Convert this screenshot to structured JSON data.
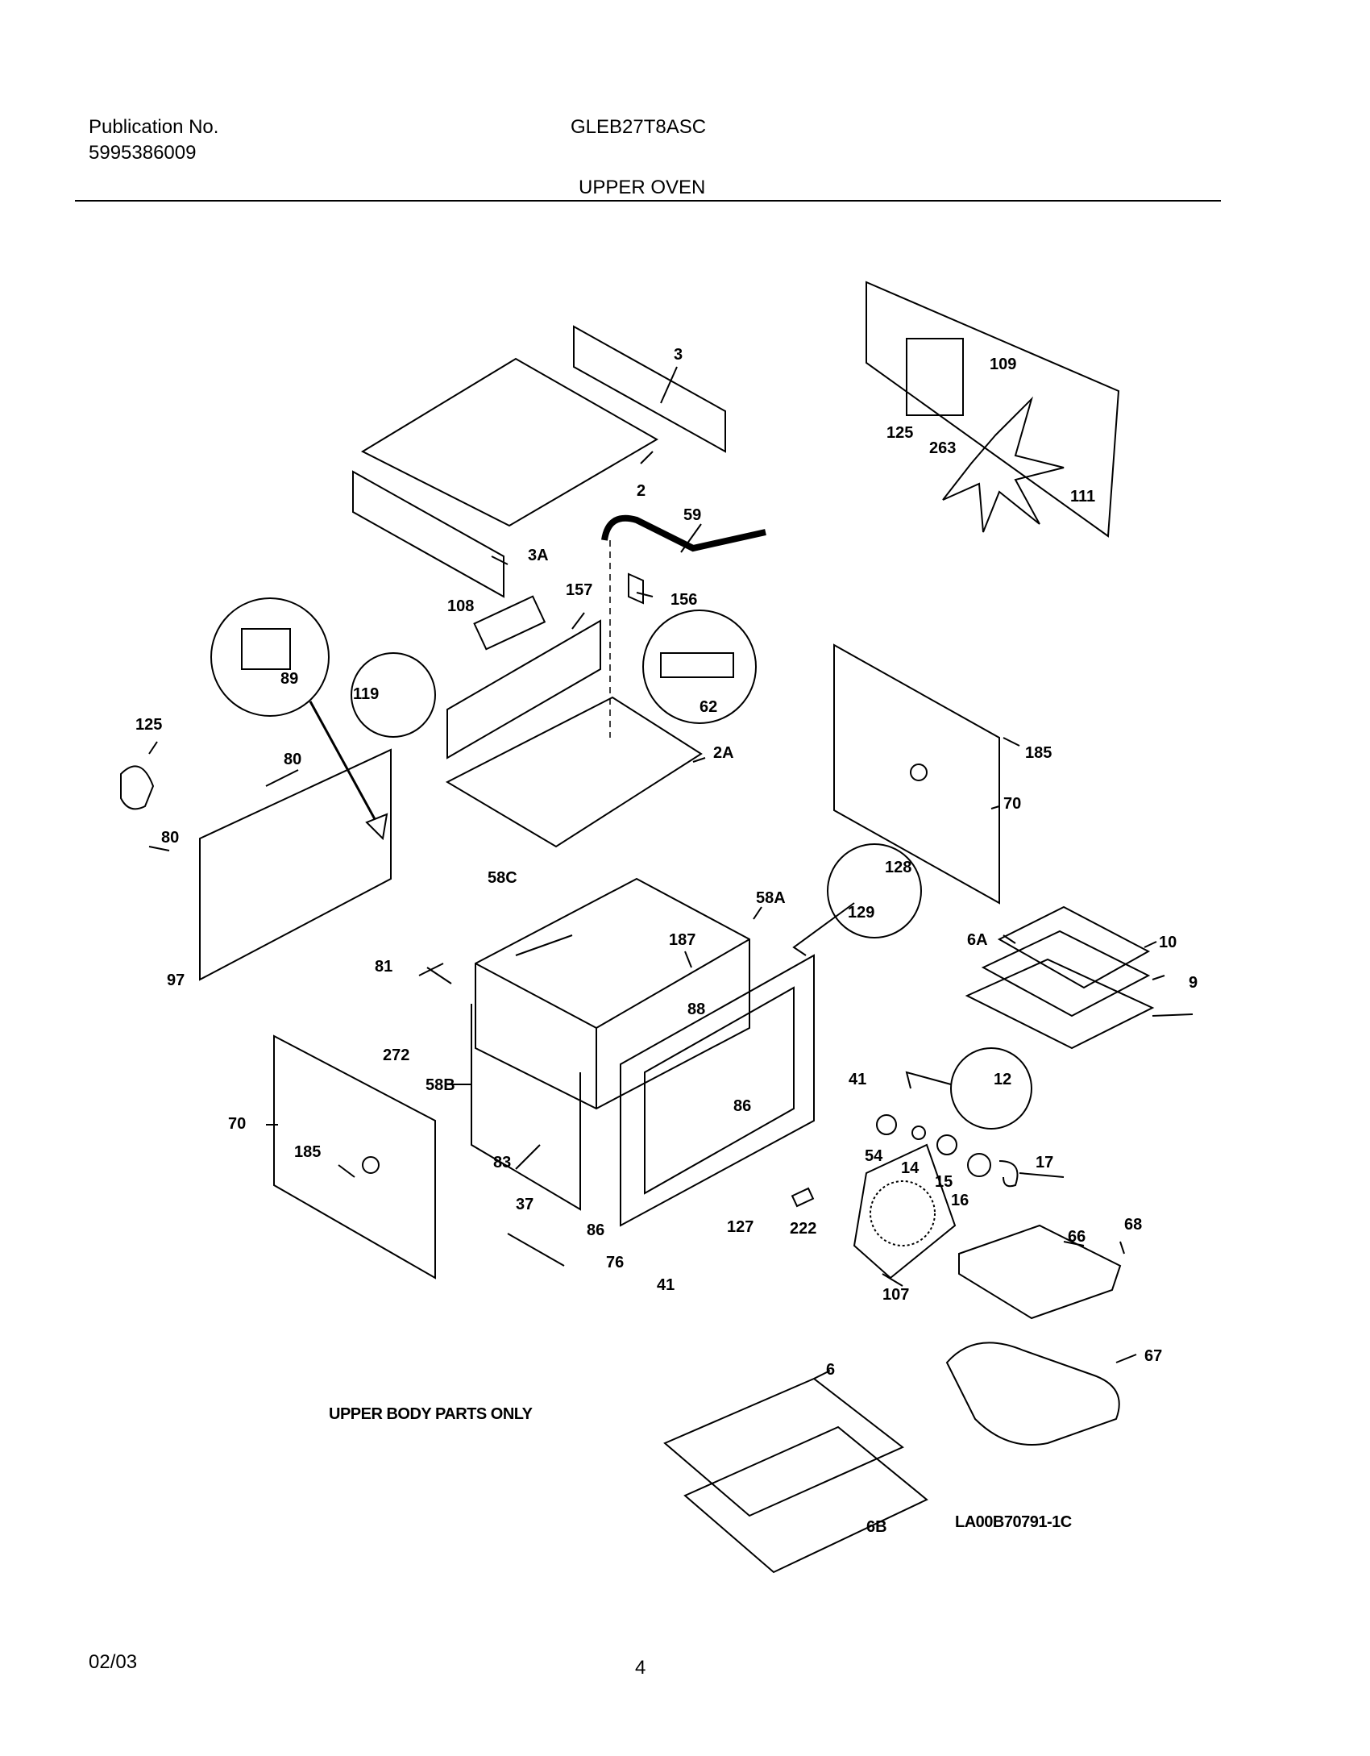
{
  "header": {
    "publication_label": "Publication No.",
    "publication_number": "5995386009",
    "model": "GLEB27T8ASC",
    "section_title": "UPPER OVEN"
  },
  "diagram": {
    "callouts": [
      {
        "id": "c3",
        "label": "3"
      },
      {
        "id": "c2",
        "label": "2"
      },
      {
        "id": "c3a",
        "label": "3A"
      },
      {
        "id": "c59",
        "label": "59"
      },
      {
        "id": "c157",
        "label": "157"
      },
      {
        "id": "c156",
        "label": "156"
      },
      {
        "id": "c108",
        "label": "108"
      },
      {
        "id": "c89",
        "label": "89"
      },
      {
        "id": "c119",
        "label": "119"
      },
      {
        "id": "c62",
        "label": "62"
      },
      {
        "id": "c2a",
        "label": "2A"
      },
      {
        "id": "c125a",
        "label": "125"
      },
      {
        "id": "c80a",
        "label": "80"
      },
      {
        "id": "c80b",
        "label": "80"
      },
      {
        "id": "c97",
        "label": "97"
      },
      {
        "id": "c81",
        "label": "81"
      },
      {
        "id": "c272",
        "label": "272"
      },
      {
        "id": "c58c",
        "label": "58C"
      },
      {
        "id": "c58a",
        "label": "58A"
      },
      {
        "id": "c187",
        "label": "187"
      },
      {
        "id": "c88",
        "label": "88"
      },
      {
        "id": "c58b",
        "label": "58B"
      },
      {
        "id": "c70a",
        "label": "70"
      },
      {
        "id": "c185a",
        "label": "185"
      },
      {
        "id": "c83",
        "label": "83"
      },
      {
        "id": "c86a",
        "label": "86"
      },
      {
        "id": "c86b",
        "label": "86"
      },
      {
        "id": "c37",
        "label": "37"
      },
      {
        "id": "c76",
        "label": "76"
      },
      {
        "id": "c41a",
        "label": "41"
      },
      {
        "id": "c41b",
        "label": "41"
      },
      {
        "id": "c127",
        "label": "127"
      },
      {
        "id": "c222",
        "label": "222"
      },
      {
        "id": "c128",
        "label": "128"
      },
      {
        "id": "c129",
        "label": "129"
      },
      {
        "id": "c185b",
        "label": "185"
      },
      {
        "id": "c70b",
        "label": "70"
      },
      {
        "id": "c6a",
        "label": "6A"
      },
      {
        "id": "c10",
        "label": "10"
      },
      {
        "id": "c9",
        "label": "9"
      },
      {
        "id": "c12",
        "label": "12"
      },
      {
        "id": "c54",
        "label": "54"
      },
      {
        "id": "c14",
        "label": "14"
      },
      {
        "id": "c15",
        "label": "15"
      },
      {
        "id": "c16",
        "label": "16"
      },
      {
        "id": "c17",
        "label": "17"
      },
      {
        "id": "c66",
        "label": "66"
      },
      {
        "id": "c68",
        "label": "68"
      },
      {
        "id": "c67",
        "label": "67"
      },
      {
        "id": "c107",
        "label": "107"
      },
      {
        "id": "c6",
        "label": "6"
      },
      {
        "id": "c6b",
        "label": "6B"
      },
      {
        "id": "c109",
        "label": "109"
      },
      {
        "id": "c125b",
        "label": "125"
      },
      {
        "id": "c263",
        "label": "263"
      },
      {
        "id": "c111",
        "label": "111"
      }
    ],
    "note": "UPPER BODY PARTS ONLY",
    "drawing_number": "LA00B70791-1C"
  },
  "footer": {
    "date": "02/03",
    "page_number": "4"
  }
}
